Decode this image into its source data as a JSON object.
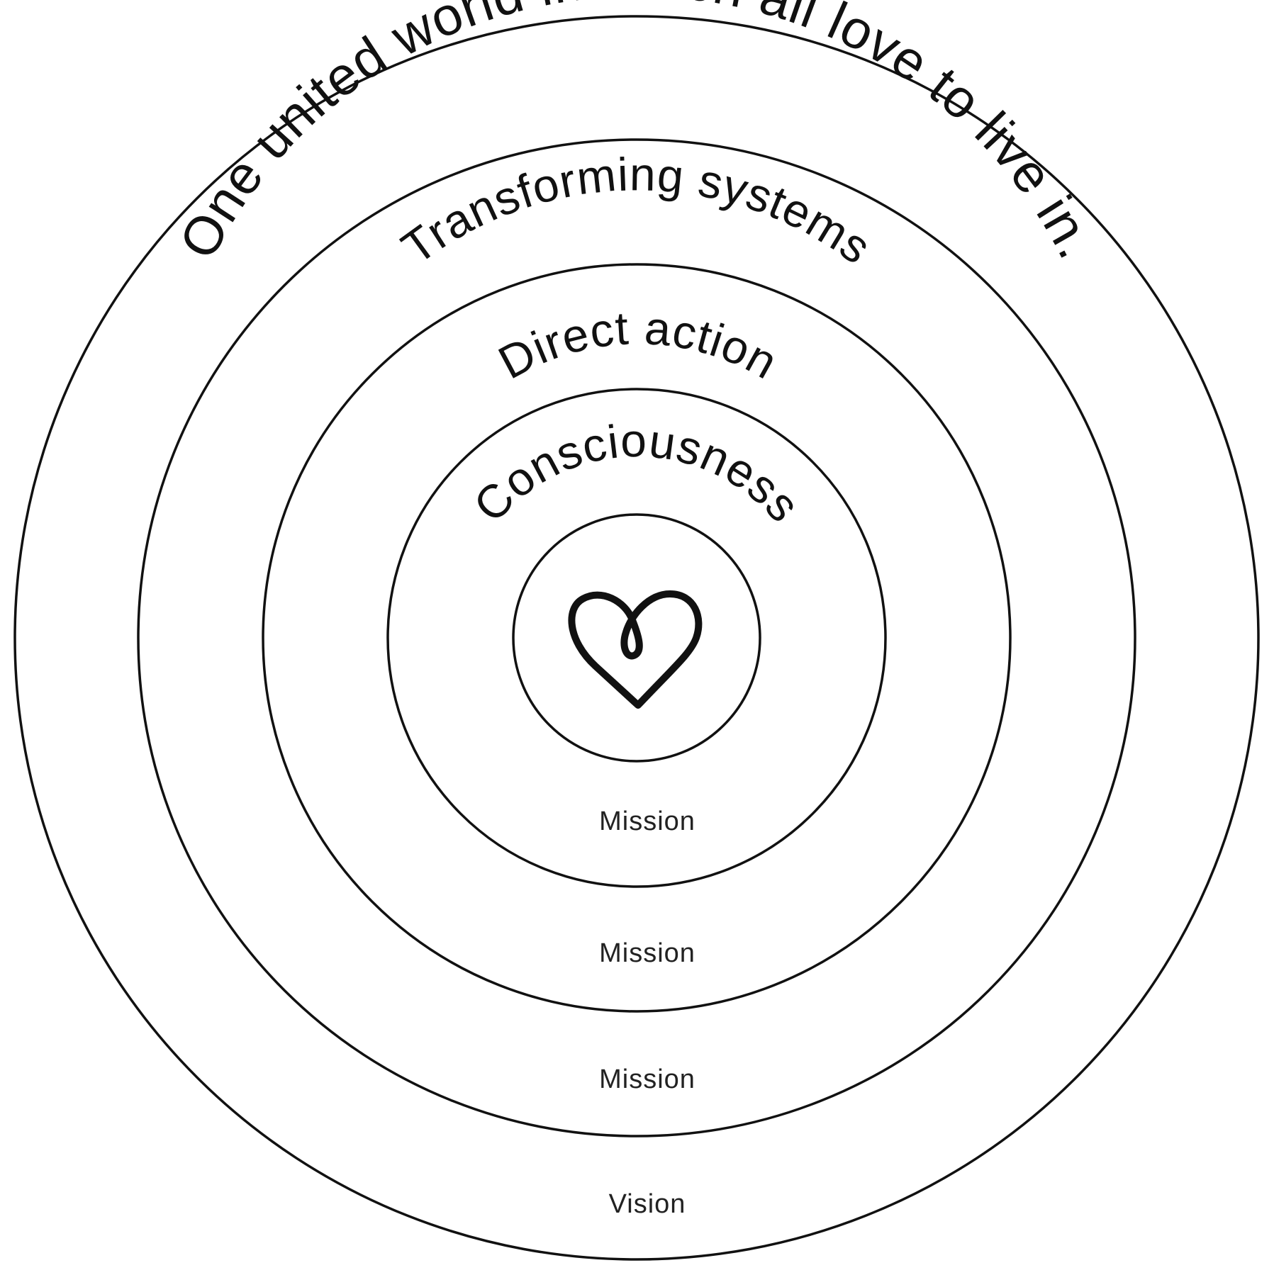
{
  "diagram": {
    "rings": [
      {
        "id": "vision",
        "title": "One united world in which all love to live in.",
        "label": "Vision"
      },
      {
        "id": "systems",
        "title": "Transforming systems",
        "label": "Mission"
      },
      {
        "id": "action",
        "title": "Direct action",
        "label": "Mission"
      },
      {
        "id": "consciousness",
        "title": "Consciousness",
        "label": "Mission"
      }
    ],
    "center_icon": "heart-loop-icon",
    "colors": {
      "stroke": "#111111",
      "background": "#ffffff"
    }
  }
}
